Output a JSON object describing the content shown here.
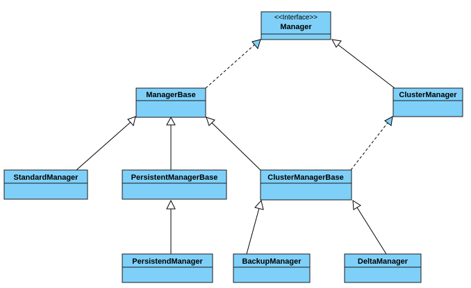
{
  "colors": {
    "class_fill": "#7fd0f8",
    "class_stroke": "#1a1a1a",
    "edge": "#000000",
    "interface_arrow_fill": "#7fd0f8",
    "inheritance_arrow_fill": "#ffffff"
  },
  "classes": {
    "manager": {
      "stereotype": "<<Interface>>",
      "name": "Manager"
    },
    "manager_base": {
      "name": "ManagerBase"
    },
    "cluster_manager": {
      "name": "ClusterManager"
    },
    "standard_manager": {
      "name": "StandardManager"
    },
    "persistent_manager_base": {
      "name": "PersistentManagerBase"
    },
    "cluster_manager_base": {
      "name": "ClusterManagerBase"
    },
    "persistend_manager": {
      "name": "PersistendManager"
    },
    "backup_manager": {
      "name": "BackupManager"
    },
    "delta_manager": {
      "name": "DeltaManager"
    }
  },
  "relations": [
    {
      "from": "ManagerBase",
      "to": "Manager",
      "kind": "realization"
    },
    {
      "from": "ClusterManager",
      "to": "Manager",
      "kind": "generalization"
    },
    {
      "from": "StandardManager",
      "to": "ManagerBase",
      "kind": "generalization"
    },
    {
      "from": "PersistentManagerBase",
      "to": "ManagerBase",
      "kind": "generalization"
    },
    {
      "from": "ClusterManagerBase",
      "to": "ManagerBase",
      "kind": "generalization"
    },
    {
      "from": "ClusterManagerBase",
      "to": "ClusterManager",
      "kind": "realization"
    },
    {
      "from": "PersistendManager",
      "to": "PersistentManagerBase",
      "kind": "generalization"
    },
    {
      "from": "BackupManager",
      "to": "ClusterManagerBase",
      "kind": "generalization"
    },
    {
      "from": "DeltaManager",
      "to": "ClusterManagerBase",
      "kind": "generalization"
    }
  ]
}
